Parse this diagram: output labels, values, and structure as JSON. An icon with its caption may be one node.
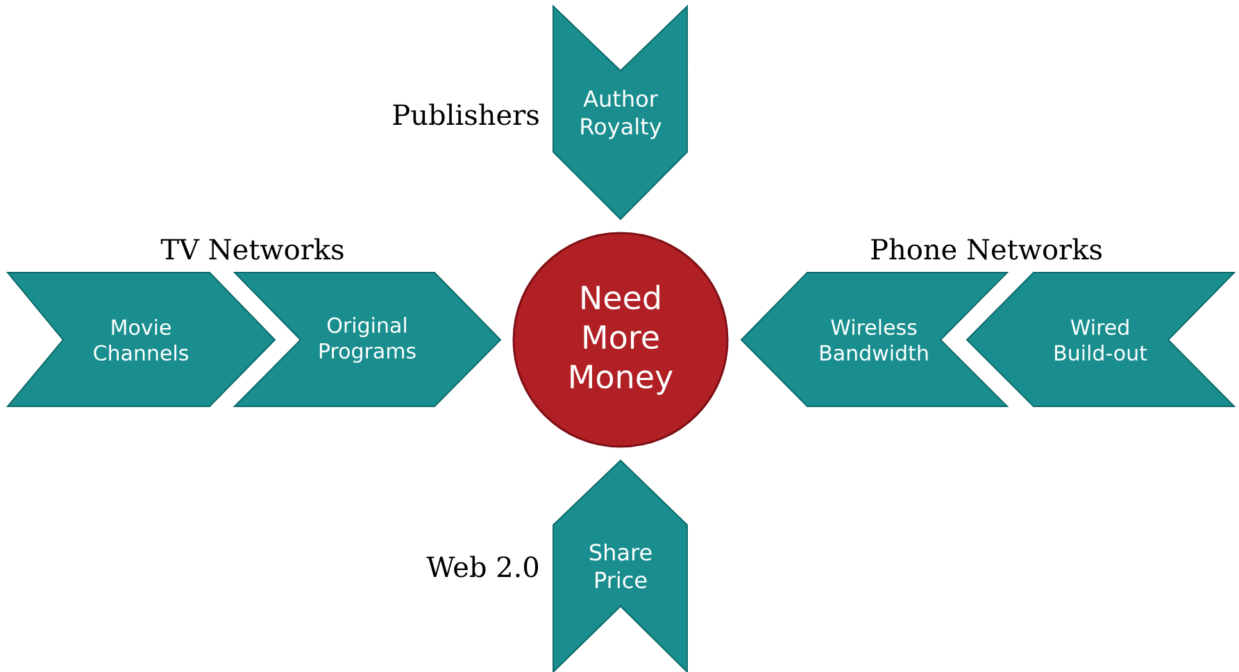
{
  "diagram": {
    "nodes": [
      {
        "text": [
          "Author Royalty"
        ],
        "beside": [
          "Publishers"
        ]
      },
      {
        "text": [
          "Movie Channels"
        ]
      },
      {
        "text": [
          "Original Programs"
        ]
      },
      {
        "text": [
          "Need More Money"
        ]
      },
      {
        "text": [
          "Wireless Bandwidth"
        ]
      },
      {
        "text": [
          "Wired Build-out"
        ]
      },
      {
        "text": [
          "Share Price"
        ],
        "beside": [
          "Web 2.0"
        ]
      }
    ],
    "labels": [
      "TV Networks",
      "Phone Networks"
    ]
  }
}
